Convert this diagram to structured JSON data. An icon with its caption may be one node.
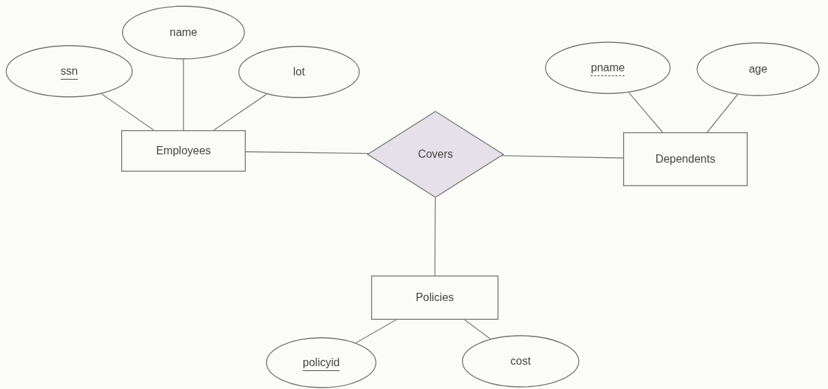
{
  "diagram": {
    "nodes": [
      {
        "text": [
          "ssn"
        ]
      },
      {
        "text": [
          "name"
        ]
      },
      {
        "text": [
          "lot"
        ]
      },
      {
        "text": [
          "Employees"
        ]
      },
      {
        "text": [
          "Covers"
        ]
      },
      {
        "text": [
          "pname"
        ]
      },
      {
        "text": [
          "age"
        ]
      },
      {
        "text": [
          "Dependents"
        ]
      },
      {
        "text": [
          "Policies"
        ]
      },
      {
        "text": [
          "policyid"
        ]
      },
      {
        "text": [
          "cost"
        ]
      }
    ],
    "edges": [
      {
        "from": 0,
        "to": 3,
        "arrow": "none"
      },
      {
        "from": 1,
        "to": 3,
        "arrow": "none"
      },
      {
        "from": 2,
        "to": 3,
        "arrow": "none"
      },
      {
        "from": 3,
        "to": 4,
        "arrow": "none"
      },
      {
        "from": 4,
        "to": 7,
        "arrow": "none"
      },
      {
        "from": 5,
        "to": 7,
        "arrow": "none"
      },
      {
        "from": 6,
        "to": 7,
        "arrow": "none"
      },
      {
        "from": 4,
        "to": 8,
        "arrow": "none"
      },
      {
        "from": 8,
        "to": 9,
        "arrow": "none"
      },
      {
        "from": 8,
        "to": 10,
        "arrow": "none"
      }
    ]
  }
}
